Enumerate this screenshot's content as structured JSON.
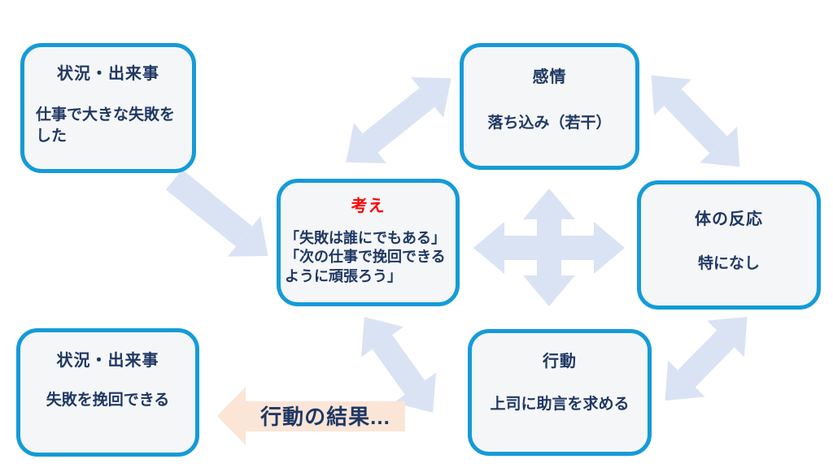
{
  "colors": {
    "box_border": "#159BD8",
    "box_fill": "#F5F6F7",
    "text_navy": "#1F3864",
    "title_red": "#FF0000",
    "arrow_blue": "#DAE3F3",
    "result_fill": "#FBE5D6"
  },
  "boxes": {
    "situation_top": {
      "title": "状況・出来事",
      "body": "仕事で大きな失敗を\nした"
    },
    "emotion": {
      "title": "感情",
      "body": "落ち込み（若干）"
    },
    "thought": {
      "title": "考え",
      "body": "「失敗は誰にでもある」\n「次の仕事で挽回できる\nように頑張ろう」"
    },
    "body_reaction": {
      "title": "体の反応",
      "body": "特になし"
    },
    "behavior": {
      "title": "行動",
      "body": "上司に助言を求める"
    },
    "situation_result": {
      "title": "状況・出来事",
      "body": "失敗を挽回できる"
    }
  },
  "labels": {
    "result_arrow": "行動の結果..."
  },
  "arrows": [
    {
      "name": "arrow-situation-to-thought",
      "type": "single",
      "from": "situation_top",
      "to": "thought"
    },
    {
      "name": "arrow-thought-emotion",
      "type": "double",
      "from": "thought",
      "to": "emotion"
    },
    {
      "name": "arrow-emotion-body-reaction",
      "type": "double",
      "from": "emotion",
      "to": "body_reaction"
    },
    {
      "name": "arrow-thought-body-reaction",
      "type": "quad",
      "from": "thought",
      "to": "body_reaction"
    },
    {
      "name": "arrow-body-reaction-behavior",
      "type": "double",
      "from": "body_reaction",
      "to": "behavior"
    },
    {
      "name": "arrow-thought-behavior",
      "type": "double",
      "from": "thought",
      "to": "behavior"
    },
    {
      "name": "arrow-behavior-result",
      "type": "single-left",
      "from": "behavior",
      "to": "situation_result"
    }
  ]
}
